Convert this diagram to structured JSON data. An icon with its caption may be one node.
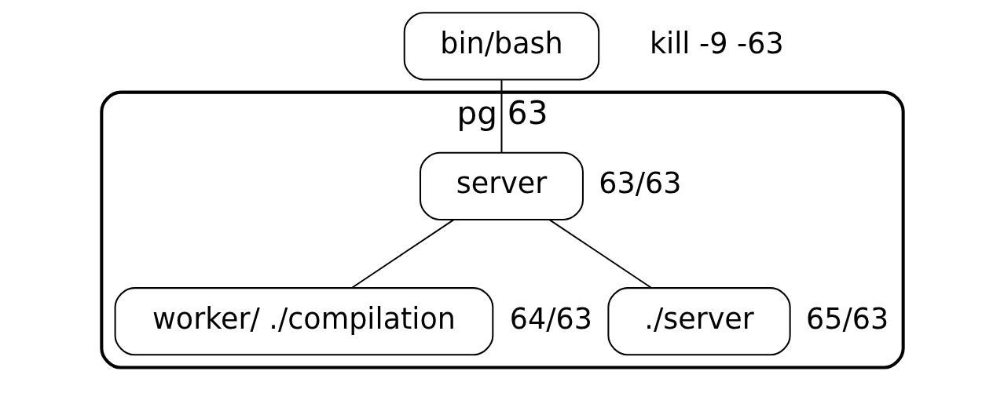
{
  "diagram": {
    "nodes": [
      {
        "text": [
          "bin/bash"
        ]
      },
      {
        "text": [
          "pg 63"
        ]
      },
      {
        "text": [
          "server"
        ],
        "in": 1,
        "beside": [
          "63/63"
        ]
      },
      {
        "text": [
          "worker/ ./compilation"
        ],
        "in": 1,
        "beside": [
          "64/63"
        ]
      },
      {
        "text": [
          "./server"
        ],
        "in": 1,
        "beside": [
          "65/63"
        ]
      }
    ],
    "edges": [
      {
        "from": 0,
        "to": 2,
        "arrow": "none"
      },
      {
        "from": 2,
        "to": 3,
        "arrow": "none"
      },
      {
        "from": 2,
        "to": 4,
        "arrow": "none"
      }
    ],
    "labels": [
      "kill -9 -63"
    ]
  }
}
